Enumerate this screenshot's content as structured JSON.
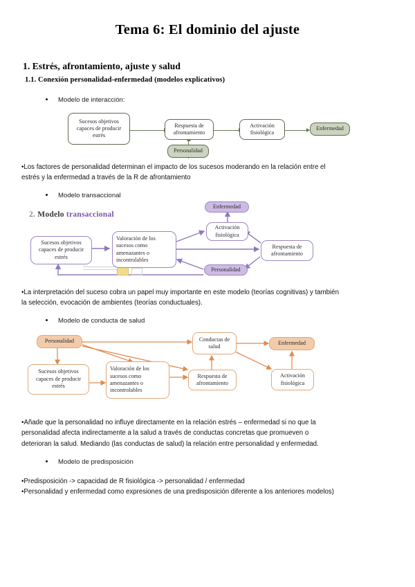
{
  "document": {
    "title": "Tema 6: El dominio del ajuste",
    "section_1": "1. Estrés, afrontamiento, ajuste y salud",
    "section_1_1": "1.1. Conexión personalidad-enfermedad (modelos explicativos)"
  },
  "bullets": {
    "b1": "Modelo de interacción:",
    "b2": "Modelo transaccional",
    "b3": "Modelo de conducta de salud",
    "b4": "Modelo de predisposición"
  },
  "paragraphs": {
    "p1_line1": "•Los factores de personalidad determinan el impacto de los sucesos moderando en la relación entre el",
    "p1_line2": "estrés y la enfermedad a través de la R de afrontamiento",
    "p2_line1": "•La interpretación del suceso cobra un papel muy importante en este modelo (teorías cognitivas) y también",
    "p2_line2": "la selección, evocación de ambientes (teorías conductuales).",
    "p3_line1": "•Añade que la personalidad no influye directamente en la relación estrés – enfermedad si no que la",
    "p3_line2": "personalidad afecta indirectamente a la salud a través de conductas concretas que promueven o",
    "p3_line3": "deterioran la salud. Mediando (las conductas de salud) la relación entre personalidad y enfermedad.",
    "p4_line1": "•Predisposición -> capacidad de R fisiológica -> personalidad / enfermedad",
    "p4_line2": "•Personalidad y enfermedad como expresiones de una predisposición diferente a los anteriores modelos)"
  },
  "diagram1": {
    "name": "Modelo de interacción",
    "nodes": {
      "sucesos": "Sucesos objetivos capaces de producir estrés",
      "respuesta": "Respuesta de afrontamiento",
      "activacion": "Activación fisiológica",
      "enfermedad": "Enfermedad",
      "personalidad": "Personalidad"
    },
    "colors": {
      "border": "#5d6b4e",
      "fill": "#ccd4c0",
      "line": "#6b7a59"
    }
  },
  "diagram2": {
    "title_num": "2.",
    "title_word1": "Modelo",
    "title_word2": "transaccional",
    "nodes": {
      "sucesos": "Sucesos objetivos capaces de producir estrés",
      "valoracion": "Valoración de los sucesos como amenazantes o incontrolables",
      "activacion": "Activación fisiológica",
      "enfermedad": "Enfermedad",
      "respuesta": "Respuesta de afrontamiento",
      "personalidad": "Personalidad"
    },
    "colors": {
      "border": "#9b85c4",
      "fill": "#cdbbe3",
      "line": "#8f79bb",
      "accent": "#7b52b0"
    }
  },
  "diagram3": {
    "name": "Modelo de conducta de salud",
    "nodes": {
      "personalidad": "Personalidad",
      "sucesos": "Sucesos objetivos capaces de producir estrés",
      "valoracion": "Valoración de los sucesos como amenazantes o incontrolables",
      "respuesta": "Respuesta de afrontamiento",
      "conductas": "Conductas de salud",
      "enfermedad": "Enfermedad",
      "activacion": "Activación fisiológica"
    },
    "colors": {
      "border": "#e2a678",
      "fill": "#f2cbab",
      "line": "#e08b4e"
    }
  }
}
